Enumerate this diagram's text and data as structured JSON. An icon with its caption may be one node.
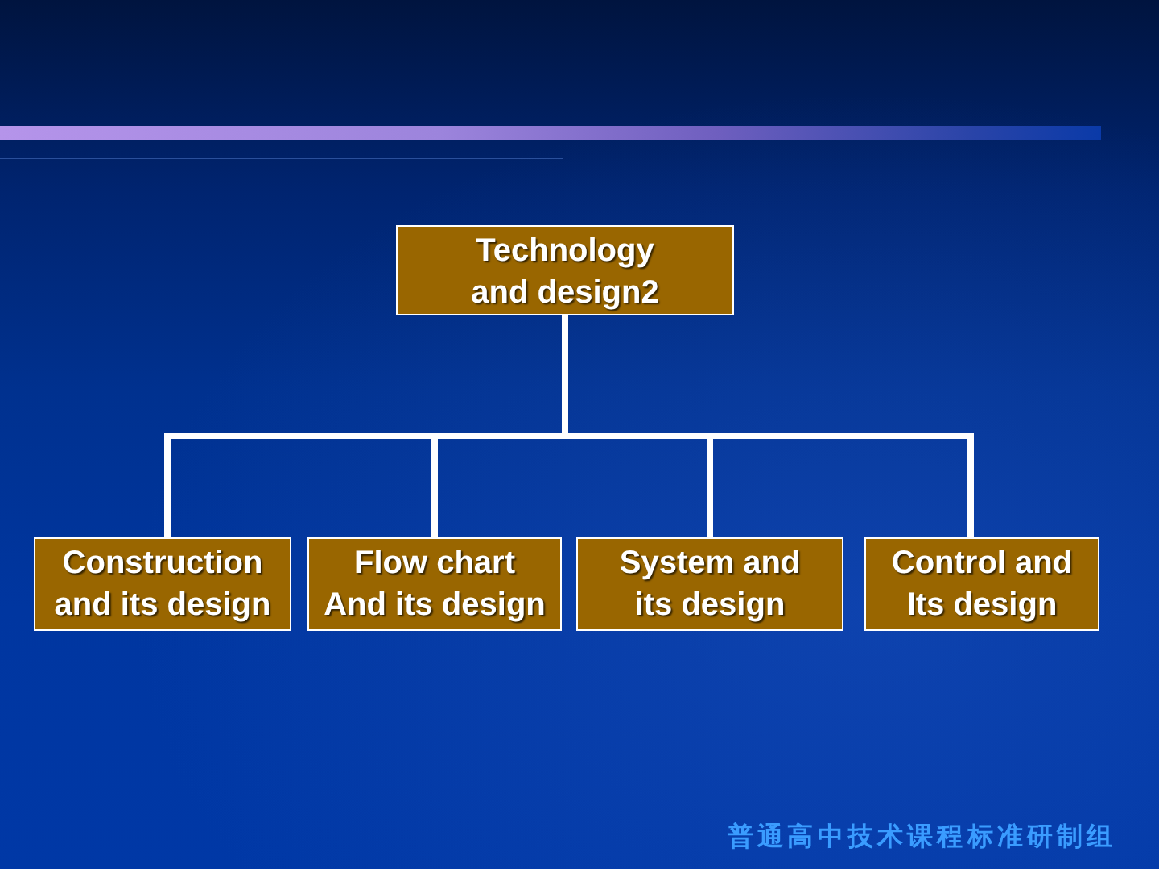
{
  "diagram": {
    "nodes": [
      {
        "text": [
          "Technology and design2"
        ]
      },
      {
        "text": [
          "Construction and its design"
        ]
      },
      {
        "text": [
          "Flow chart And its design"
        ]
      },
      {
        "text": [
          "System and its design"
        ]
      },
      {
        "text": [
          "Control and Its design"
        ]
      }
    ],
    "edges": [
      {
        "from": 0,
        "to": 1,
        "arrow": "none"
      },
      {
        "from": 0,
        "to": 2,
        "arrow": "none"
      },
      {
        "from": 0,
        "to": 3,
        "arrow": "none"
      },
      {
        "from": 0,
        "to": 4,
        "arrow": "none"
      }
    ],
    "labels": [
      "普通高中技术课程标准研制组"
    ]
  }
}
